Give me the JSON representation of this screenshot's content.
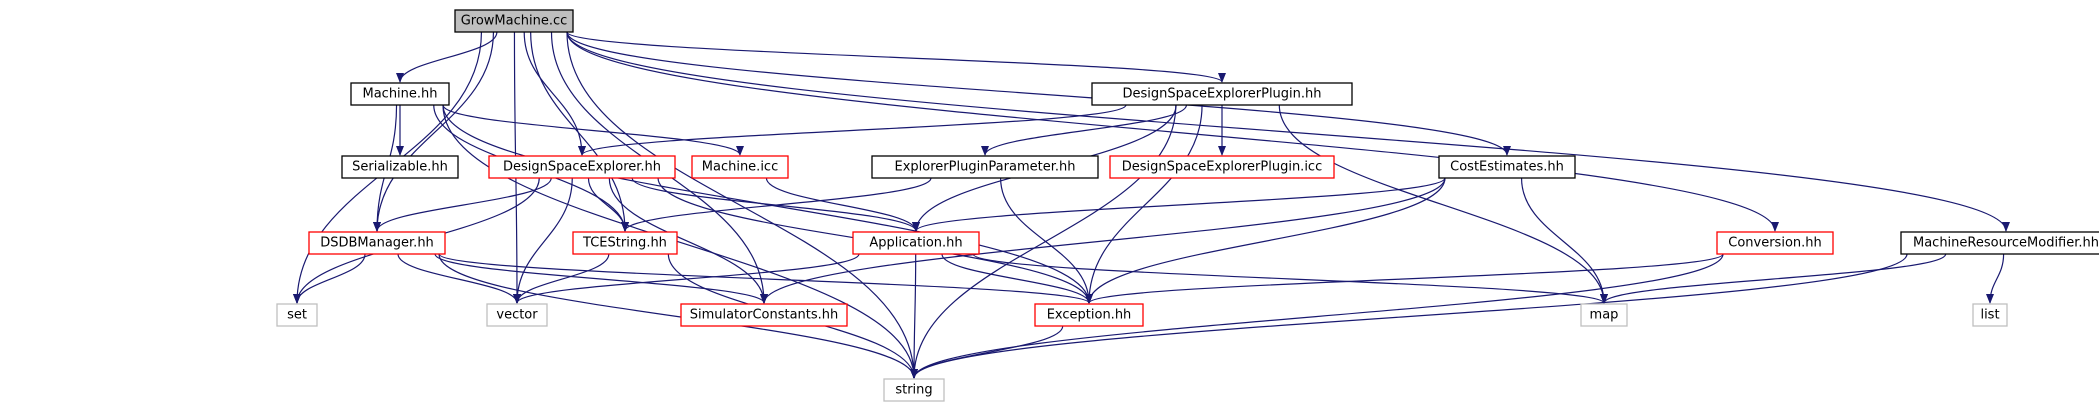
{
  "colors": {
    "edge": "#191970",
    "border_documented": "#000000",
    "border_incomplete": "#ff0000",
    "border_external": "#bfbfbf",
    "root_fill": "#bfbfbf",
    "node_fill": "#ffffff"
  },
  "nodes": [
    {
      "id": "growmachine",
      "label": "GrowMachine.cc",
      "kind": "root"
    },
    {
      "id": "machine_hh",
      "label": "Machine.hh",
      "kind": "documented"
    },
    {
      "id": "dsep_hh",
      "label": "DesignSpaceExplorerPlugin.hh",
      "kind": "documented"
    },
    {
      "id": "serializable",
      "label": "Serializable.hh",
      "kind": "documented"
    },
    {
      "id": "dse_hh",
      "label": "DesignSpaceExplorer.hh",
      "kind": "incomplete"
    },
    {
      "id": "machine_icc",
      "label": "Machine.icc",
      "kind": "incomplete"
    },
    {
      "id": "epp_hh",
      "label": "ExplorerPluginParameter.hh",
      "kind": "documented"
    },
    {
      "id": "dsep_icc",
      "label": "DesignSpaceExplorerPlugin.icc",
      "kind": "incomplete"
    },
    {
      "id": "cost_hh",
      "label": "CostEstimates.hh",
      "kind": "documented"
    },
    {
      "id": "dsdb_hh",
      "label": "DSDBManager.hh",
      "kind": "incomplete"
    },
    {
      "id": "tcestring",
      "label": "TCEString.hh",
      "kind": "incomplete"
    },
    {
      "id": "application",
      "label": "Application.hh",
      "kind": "incomplete"
    },
    {
      "id": "conversion",
      "label": "Conversion.hh",
      "kind": "incomplete"
    },
    {
      "id": "mrm_hh",
      "label": "MachineResourceModifier.hh",
      "kind": "documented"
    },
    {
      "id": "set",
      "label": "set",
      "kind": "external"
    },
    {
      "id": "vector",
      "label": "vector",
      "kind": "external"
    },
    {
      "id": "simconst",
      "label": "SimulatorConstants.hh",
      "kind": "incomplete"
    },
    {
      "id": "exception",
      "label": "Exception.hh",
      "kind": "incomplete"
    },
    {
      "id": "map",
      "label": "map",
      "kind": "external"
    },
    {
      "id": "list",
      "label": "list",
      "kind": "external"
    },
    {
      "id": "string",
      "label": "string",
      "kind": "external"
    }
  ],
  "edges": [
    [
      "growmachine",
      "string"
    ],
    [
      "growmachine",
      "set"
    ],
    [
      "growmachine",
      "dsdb_hh"
    ],
    [
      "growmachine",
      "vector"
    ],
    [
      "growmachine",
      "tcestring"
    ],
    [
      "growmachine",
      "machine_hh"
    ],
    [
      "growmachine",
      "dse_hh"
    ],
    [
      "growmachine",
      "simconst"
    ],
    [
      "growmachine",
      "dsep_hh"
    ],
    [
      "growmachine",
      "cost_hh"
    ],
    [
      "growmachine",
      "conversion"
    ],
    [
      "growmachine",
      "mrm_hh"
    ],
    [
      "machine_hh",
      "serializable"
    ],
    [
      "machine_hh",
      "machine_icc"
    ],
    [
      "machine_hh",
      "exception"
    ],
    [
      "machine_hh",
      "string"
    ],
    [
      "machine_hh",
      "dsdb_hh"
    ],
    [
      "machine_hh",
      "tcestring"
    ],
    [
      "dsep_hh",
      "dse_hh"
    ],
    [
      "dsep_hh",
      "epp_hh"
    ],
    [
      "dsep_hh",
      "dsep_icc"
    ],
    [
      "dsep_hh",
      "application"
    ],
    [
      "dsep_hh",
      "exception"
    ],
    [
      "dsep_hh",
      "map"
    ],
    [
      "dsep_hh",
      "string"
    ],
    [
      "dse_hh",
      "dsdb_hh"
    ],
    [
      "dse_hh",
      "tcestring"
    ],
    [
      "dse_hh",
      "application"
    ],
    [
      "dse_hh",
      "simconst"
    ],
    [
      "dse_hh",
      "exception"
    ],
    [
      "dse_hh",
      "vector"
    ],
    [
      "dse_hh",
      "set"
    ],
    [
      "machine_icc",
      "application"
    ],
    [
      "epp_hh",
      "tcestring"
    ],
    [
      "epp_hh",
      "exception"
    ],
    [
      "cost_hh",
      "application"
    ],
    [
      "cost_hh",
      "simconst"
    ],
    [
      "cost_hh",
      "exception"
    ],
    [
      "cost_hh",
      "map"
    ],
    [
      "dsdb_hh",
      "set"
    ],
    [
      "dsdb_hh",
      "vector"
    ],
    [
      "dsdb_hh",
      "simconst"
    ],
    [
      "dsdb_hh",
      "exception"
    ],
    [
      "dsdb_hh",
      "string"
    ],
    [
      "tcestring",
      "vector"
    ],
    [
      "tcestring",
      "string"
    ],
    [
      "application",
      "vector"
    ],
    [
      "application",
      "exception"
    ],
    [
      "application",
      "map"
    ],
    [
      "application",
      "string"
    ],
    [
      "exception",
      "string"
    ],
    [
      "conversion",
      "exception"
    ],
    [
      "conversion",
      "string"
    ],
    [
      "mrm_hh",
      "map"
    ],
    [
      "mrm_hh",
      "list"
    ],
    [
      "mrm_hh",
      "string"
    ]
  ]
}
